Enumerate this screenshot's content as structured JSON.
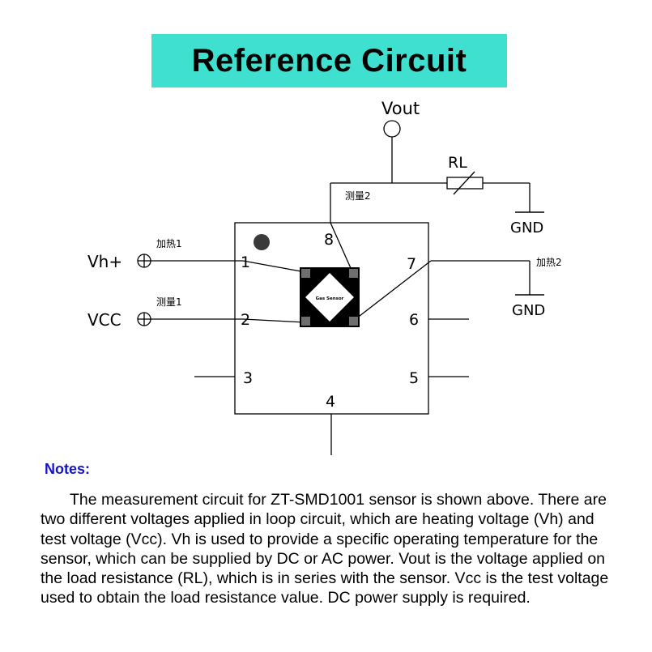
{
  "title": "Reference Circuit",
  "diagram": {
    "vout_label": "Vout",
    "rl_label": "RL",
    "gnd_top_label": "GND",
    "gnd_right_label": "GND",
    "vh_label": "Vh+",
    "vcc_label": "VCC",
    "heating1_label": "加热1",
    "heating2_label": "加热2",
    "measure1_label": "测量1",
    "measure2_label": "测量2",
    "sensor_label": "Gas Sensor",
    "pins": [
      "1",
      "2",
      "3",
      "4",
      "5",
      "6",
      "7",
      "8"
    ]
  },
  "notes": {
    "heading": "Notes:",
    "body": "The measurement circuit for ZT-SMD1001 sensor is shown above. There are two different voltages applied in loop circuit, which are heating voltage (Vh) and test voltage (Vcc). Vh is used to provide a specific operating temperature for the sensor, which can be supplied by DC or AC power. Vout is the voltage applied on the load resistance (RL), which is in series with the sensor. Vcc is the test voltage used to obtain the load resistance value. DC power supply is required."
  }
}
